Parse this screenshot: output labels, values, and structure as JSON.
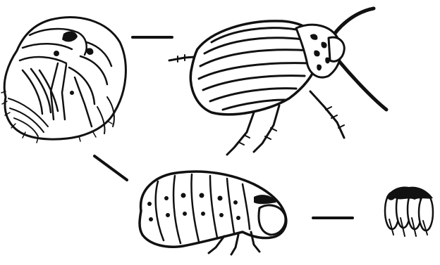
{
  "diagram": {
    "stages": [
      {
        "name": "pupa"
      },
      {
        "name": "adult-beetle"
      },
      {
        "name": "larva"
      },
      {
        "name": "eggs"
      }
    ],
    "colors": {
      "ink": "#111111",
      "paper": "#ffffff"
    }
  }
}
